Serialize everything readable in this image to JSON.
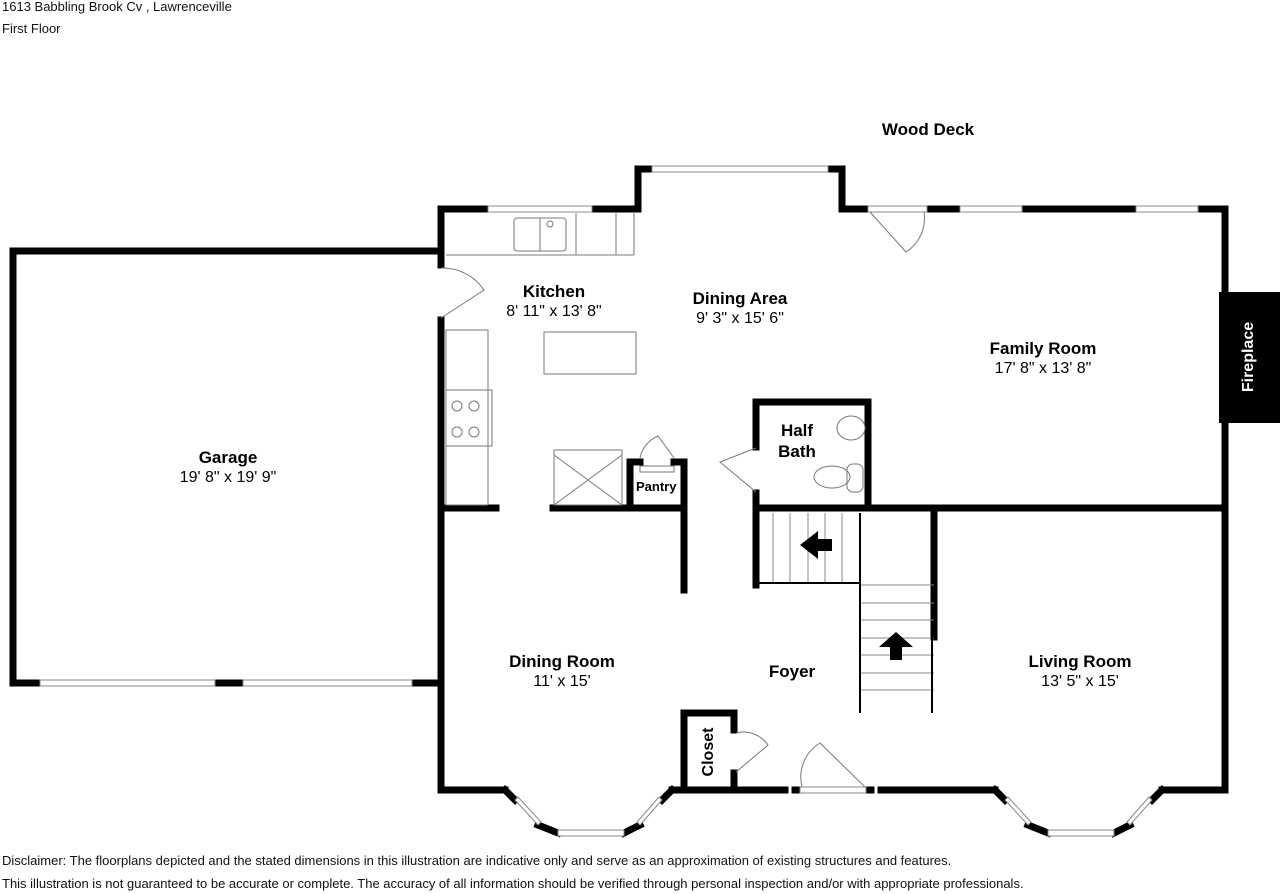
{
  "header": {
    "address": "1613 Babbling Brook Cv , Lawrenceville",
    "floor": "First Floor"
  },
  "outside": {
    "deck": "Wood Deck"
  },
  "rooms": {
    "garage": {
      "name": "Garage",
      "dims": "19' 8\" x 19' 9\""
    },
    "kitchen": {
      "name": "Kitchen",
      "dims": "8' 11\" x 13' 8\""
    },
    "dining_area": {
      "name": "Dining Area",
      "dims": "9' 3\" x 15' 6\""
    },
    "family_room": {
      "name": "Family Room",
      "dims": "17' 8\" x 13' 8\""
    },
    "half_bath": {
      "name_line1": "Half",
      "name_line2": "Bath"
    },
    "pantry": {
      "name": "Pantry"
    },
    "dining_room": {
      "name": "Dining Room",
      "dims": "11' x 15'"
    },
    "foyer": {
      "name": "Foyer"
    },
    "living_room": {
      "name": "Living Room",
      "dims": "13' 5\" x 15'"
    },
    "closet": {
      "name": "Closet"
    },
    "fireplace": {
      "name": "Fireplace"
    }
  },
  "disclaimer": {
    "line1": "Disclaimer: The floorplans depicted and the stated dimensions in this illustration are indicative only and serve as an approximation of existing structures and features.",
    "line2": "This illustration is not guaranteed to be accurate or complete. The accuracy of all information should be verified through personal inspection and/or with appropriate professionals."
  },
  "colors": {
    "wall": "#000000",
    "fixture": "#888888",
    "background": "#ffffff"
  }
}
